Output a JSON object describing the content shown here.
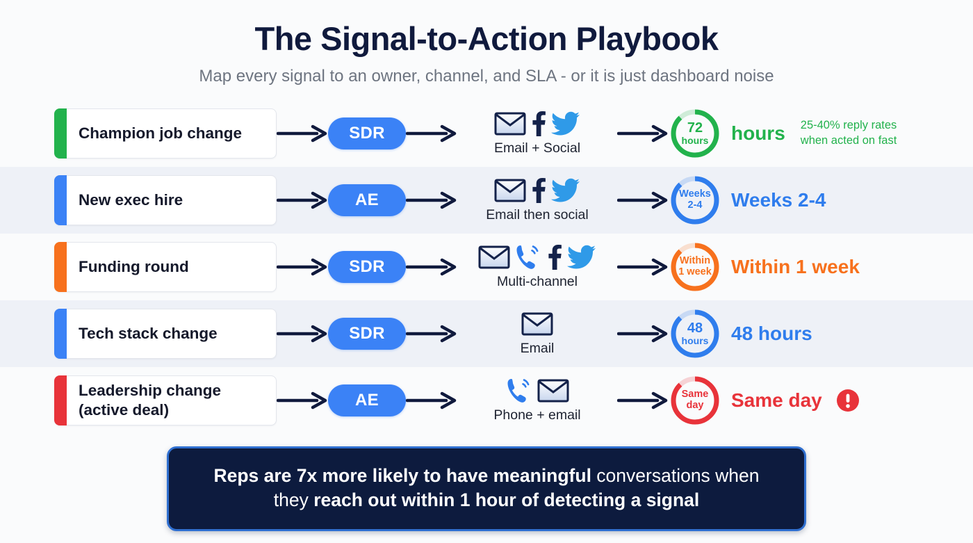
{
  "header": {
    "title": "The Signal-to-Action Playbook",
    "subtitle": "Map every signal to an owner, channel, and SLA - or it is just dashboard noise"
  },
  "colors": {
    "green": "#22b24c",
    "blue": "#2f7ded",
    "orange": "#f7711d",
    "red": "#e8333a",
    "navy": "#0d1b3e",
    "pill_blue": "#3b82f6",
    "stripe": "#eef1f7"
  },
  "rows": [
    {
      "signal": "Champion job change",
      "accent_color": "#22b24c",
      "owner": "SDR",
      "channel_label": "Email + Social",
      "channel_icons": [
        "email-icon",
        "facebook-icon",
        "twitter-icon"
      ],
      "donut_top": "72",
      "donut_bottom": "hours",
      "donut_color": "#22b24c",
      "donut_percent": 88,
      "sla_text": "hours",
      "sla_color": "#22b24c",
      "note_line1": "25-40% reply rates",
      "note_line2": "when acted on fast",
      "note_color": "#22b24c",
      "alert": false,
      "striped": false
    },
    {
      "signal": "New exec hire",
      "accent_color": "#3b82f6",
      "owner": "AE",
      "channel_label": "Email then social",
      "channel_icons": [
        "email-icon",
        "facebook-icon",
        "twitter-icon"
      ],
      "donut_top": "Weeks",
      "donut_bottom": "2-4",
      "donut_color": "#2f7ded",
      "donut_percent": 88,
      "sla_text": "Weeks 2-4",
      "sla_color": "#2f7ded",
      "note_line1": "",
      "note_line2": "",
      "note_color": "#2f7ded",
      "alert": false,
      "striped": true
    },
    {
      "signal": "Funding round",
      "accent_color": "#f7711d",
      "owner": "SDR",
      "channel_label": "Multi-channel",
      "channel_icons": [
        "email-icon",
        "phone-icon",
        "facebook-icon",
        "twitter-icon"
      ],
      "donut_top": "Within",
      "donut_bottom": "1 week",
      "donut_color": "#f7711d",
      "donut_percent": 88,
      "sla_text": "Within 1 week",
      "sla_color": "#f7711d",
      "note_line1": "",
      "note_line2": "",
      "note_color": "#f7711d",
      "alert": false,
      "striped": false
    },
    {
      "signal": "Tech stack change",
      "accent_color": "#3b82f6",
      "owner": "SDR",
      "channel_label": "Email",
      "channel_icons": [
        "email-icon"
      ],
      "donut_top": "48",
      "donut_bottom": "hours",
      "donut_color": "#2f7ded",
      "donut_percent": 88,
      "sla_text": "48 hours",
      "sla_color": "#2f7ded",
      "note_line1": "",
      "note_line2": "",
      "note_color": "#2f7ded",
      "alert": false,
      "striped": true
    },
    {
      "signal": "Leadership change\n(active deal)",
      "accent_color": "#e8333a",
      "owner": "AE",
      "channel_label": "Phone + email",
      "channel_icons": [
        "phone-icon",
        "email-icon"
      ],
      "donut_top": "Same",
      "donut_bottom": "day",
      "donut_color": "#e8333a",
      "donut_percent": 88,
      "sla_text": "Same day",
      "sla_color": "#e8333a",
      "note_line1": "",
      "note_line2": "",
      "note_color": "#e8333a",
      "alert": true,
      "striped": false
    }
  ],
  "banner": {
    "line1_bold": "Reps are 7x more likely to have meaningful",
    "line1_regular": " conversations when",
    "line2_regular": "they ",
    "line2_bold": "reach out within 1 hour of detecting a signal"
  }
}
